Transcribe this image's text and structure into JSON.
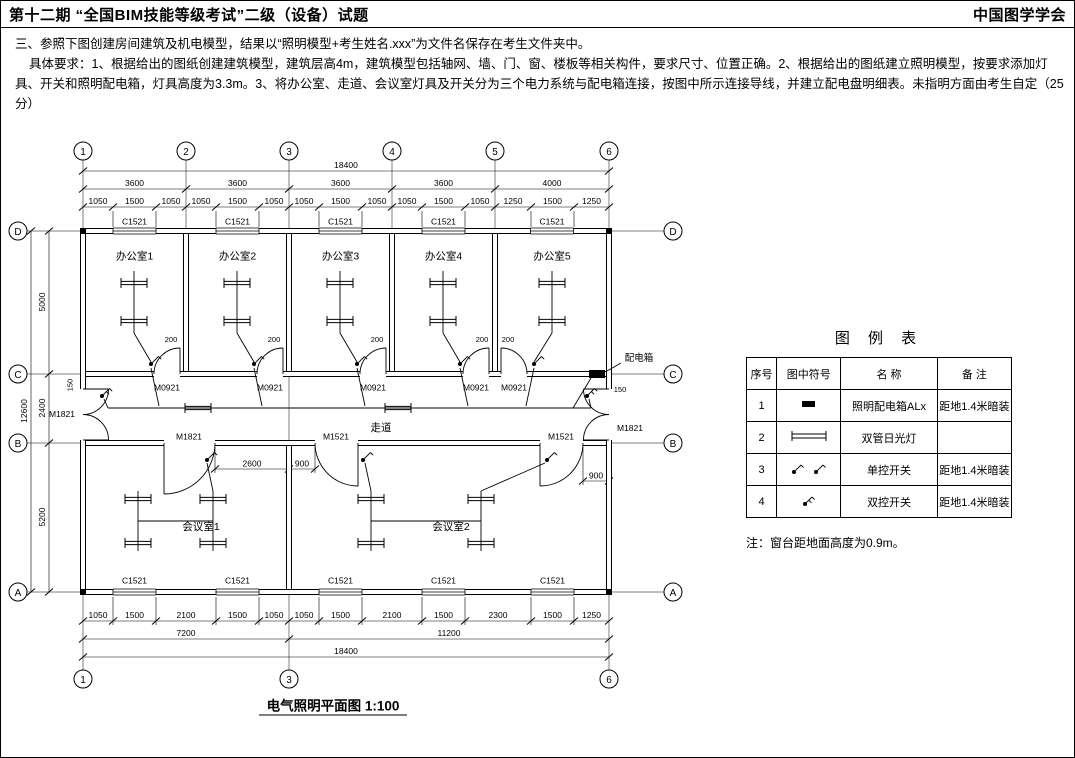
{
  "header": {
    "title": "第十二期 “全国BIM技能等级考试”二级（设备）试题",
    "org": "中国图学学会"
  },
  "instructions": {
    "intro": "三、参照下图创建房间建筑及机电模型，结果以“照明模型+考生姓名.xxx”为文件名保存在考生文件夹中。",
    "details": "具体要求：1、根据给出的图纸创建建筑模型，建筑层高4m，建筑模型包括轴网、墙、门、窗、楼板等相关构件，要求尺寸、位置正确。2、根据给出的图纸建立照明模型，按要求添加灯具、开关和照明配电箱，灯具高度为3.3m。3、将办公室、走道、会议室灯具及开关分为三个电力系统与配电箱连接，按图中所示连接导线，并建立配电盘明细表。未指明方面由考生自定（25分）"
  },
  "plan": {
    "title": "电气照明平面图 1:100",
    "axes_top": [
      "1",
      "2",
      "3",
      "4",
      "5",
      "6"
    ],
    "axes_bottom": [
      "1",
      "3",
      "6"
    ],
    "axes_left": [
      "D",
      "C",
      "B",
      "A"
    ],
    "axes_right": [
      "D",
      "C",
      "B",
      "A"
    ],
    "top_total": "18400",
    "top_bays": [
      "3600",
      "3600",
      "3600",
      "3600",
      "4000"
    ],
    "top_detail": [
      "1050",
      "1500",
      "1050",
      "1050",
      "1500",
      "1050",
      "1050",
      "1500",
      "1050",
      "1050",
      "1500",
      "1050",
      "1250",
      "1500",
      "1250"
    ],
    "left_dims": [
      "5000",
      "2400",
      "5200"
    ],
    "left_total": "12600",
    "bottom_detail": [
      "1050",
      "1500",
      "2100",
      "1500",
      "1050",
      "1050",
      "1500",
      "2100",
      "1500",
      "2300",
      "1500",
      "1250"
    ],
    "bottom_subtotals": [
      "7200",
      "11200"
    ],
    "bottom_total": "18400",
    "offices": [
      "办公室1",
      "办公室2",
      "办公室3",
      "办公室4",
      "办公室5"
    ],
    "corridor": "走道",
    "meetings": [
      "会议室1",
      "会议室2"
    ],
    "windows_top": [
      "C1521",
      "C1521",
      "C1521",
      "C1521",
      "C1521"
    ],
    "windows_bottom": [
      "C1521",
      "C1521",
      "C1521",
      "C1521",
      "C1521"
    ],
    "office_doors": [
      "M0921",
      "M0921",
      "M0921",
      "M0921",
      "M0921"
    ],
    "south_doors": [
      "M1821",
      "M1521",
      "M1521"
    ],
    "side_door_left": "M1821",
    "side_door_right": "M1821",
    "panel_label": "配电箱",
    "dim_2600": "2600",
    "dim_900_west": "900",
    "dim_900_east": "900",
    "offsets_200": [
      "200",
      "200",
      "200",
      "200",
      "200"
    ],
    "offset_150_left": "150",
    "offset_150_right": "150"
  },
  "legend": {
    "title": "图 例 表",
    "headers": [
      "序号",
      "图中符号",
      "名  称",
      "备  注"
    ],
    "rows": [
      {
        "no": "1",
        "name": "照明配电箱ALx",
        "note": "距地1.4米暗装"
      },
      {
        "no": "2",
        "name": "双管日光灯",
        "note": ""
      },
      {
        "no": "3",
        "name": "单控开关",
        "note": "距地1.4米暗装"
      },
      {
        "no": "4",
        "name": "双控开关",
        "note": "距地1.4米暗装"
      }
    ],
    "note": "注：窗台距地面高度为0.9m。"
  }
}
